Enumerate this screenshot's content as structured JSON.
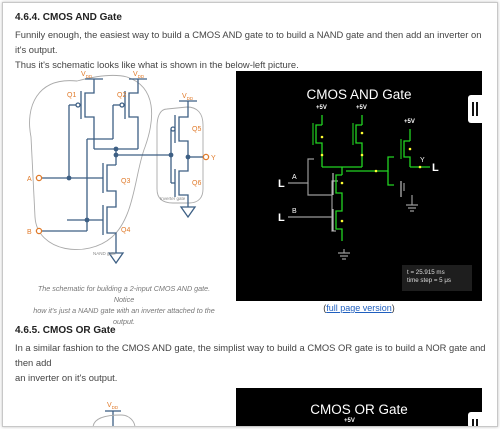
{
  "section_and": {
    "heading": "4.6.4.  CMOS AND Gate",
    "paragraph_line1": "Funnily enough, the easiest way to build a CMOS AND gate to to build a NAND gate and then add an inverter on it's output.",
    "paragraph_line2": "Thus it's schematic looks like what is shown in the below-left picture."
  },
  "schematic": {
    "labels": {
      "vdd_left": "V",
      "vdd_right": "V",
      "vdd_inv": "V",
      "vdd_sub": "DD",
      "q1": "Q1",
      "q2": "Q2",
      "q3": "Q3",
      "q4": "Q4",
      "q5": "Q5",
      "q6": "Q6",
      "input_a": "A",
      "input_b": "B",
      "output_y": "Y",
      "nand_gate": "NAND gate",
      "inverter_gate": "Inverter gate"
    },
    "caption_line1": "The schematic for building a 2-input CMOS AND gate. Notice",
    "caption_line2": "how it's just a NAND gate with an inverter attached to the",
    "caption_line3": "output."
  },
  "simulator_and": {
    "title": "CMOS AND Gate",
    "supply_labels": [
      "+5V",
      "+5V",
      "+5V"
    ],
    "input_a_label": "A",
    "input_b_label": "B",
    "output_label": "Y",
    "input_a_state": "L",
    "input_b_state": "L",
    "output_state": "L",
    "time_readout": "t = 25.915 ms",
    "time_step": "time step = 5 μs",
    "link_open": "(",
    "link_text": "full page version",
    "link_close": ")"
  },
  "section_or": {
    "heading": "4.6.5.  CMOS OR Gate",
    "paragraph_line1": "In a similar fashion to the CMOS AND gate, the simplist way to build a CMOS OR gate is to build a NOR gate and then add",
    "paragraph_line2": "an inverter on it's output."
  },
  "schematic_or": {
    "vdd": "V",
    "vdd_sub": "DD"
  },
  "simulator_or": {
    "title": "CMOS OR Gate",
    "supply_label": "+5V"
  },
  "colors": {
    "wire_blue": "#3d5f84",
    "node_orange": "#e07a2a",
    "sim_green": "#22d422",
    "sim_gray": "#9a9a9a",
    "link_blue": "#1f5fbf"
  }
}
